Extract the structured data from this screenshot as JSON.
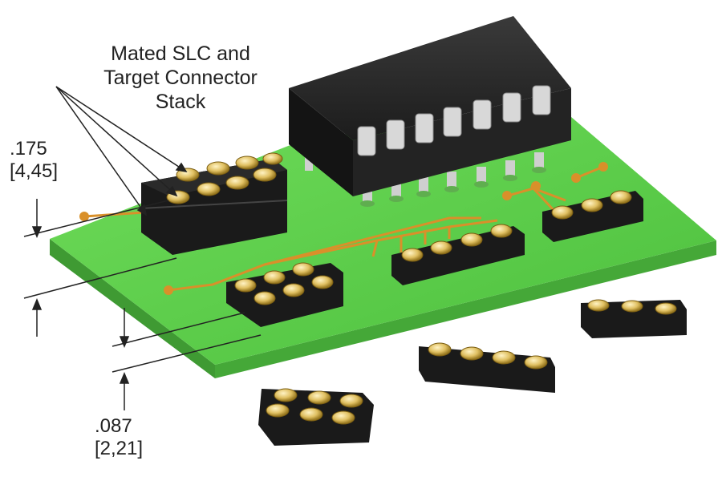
{
  "callout": {
    "line1": "Mated SLC and",
    "line2": "Target Connector",
    "line3": "Stack"
  },
  "dim_stack": {
    "value": ".175",
    "metric": "[4,45]"
  },
  "dim_single": {
    "value": ".087",
    "metric": "[2,21]"
  },
  "colors": {
    "pcb": "#5fcf4c",
    "pcb_edge": "#3f9a33",
    "trace": "#d9902a",
    "connector_body": "#1c1c1c",
    "gold": "#e0c062",
    "chip_body": "#2a2a2a",
    "chip_lead": "#cfcfcf"
  }
}
